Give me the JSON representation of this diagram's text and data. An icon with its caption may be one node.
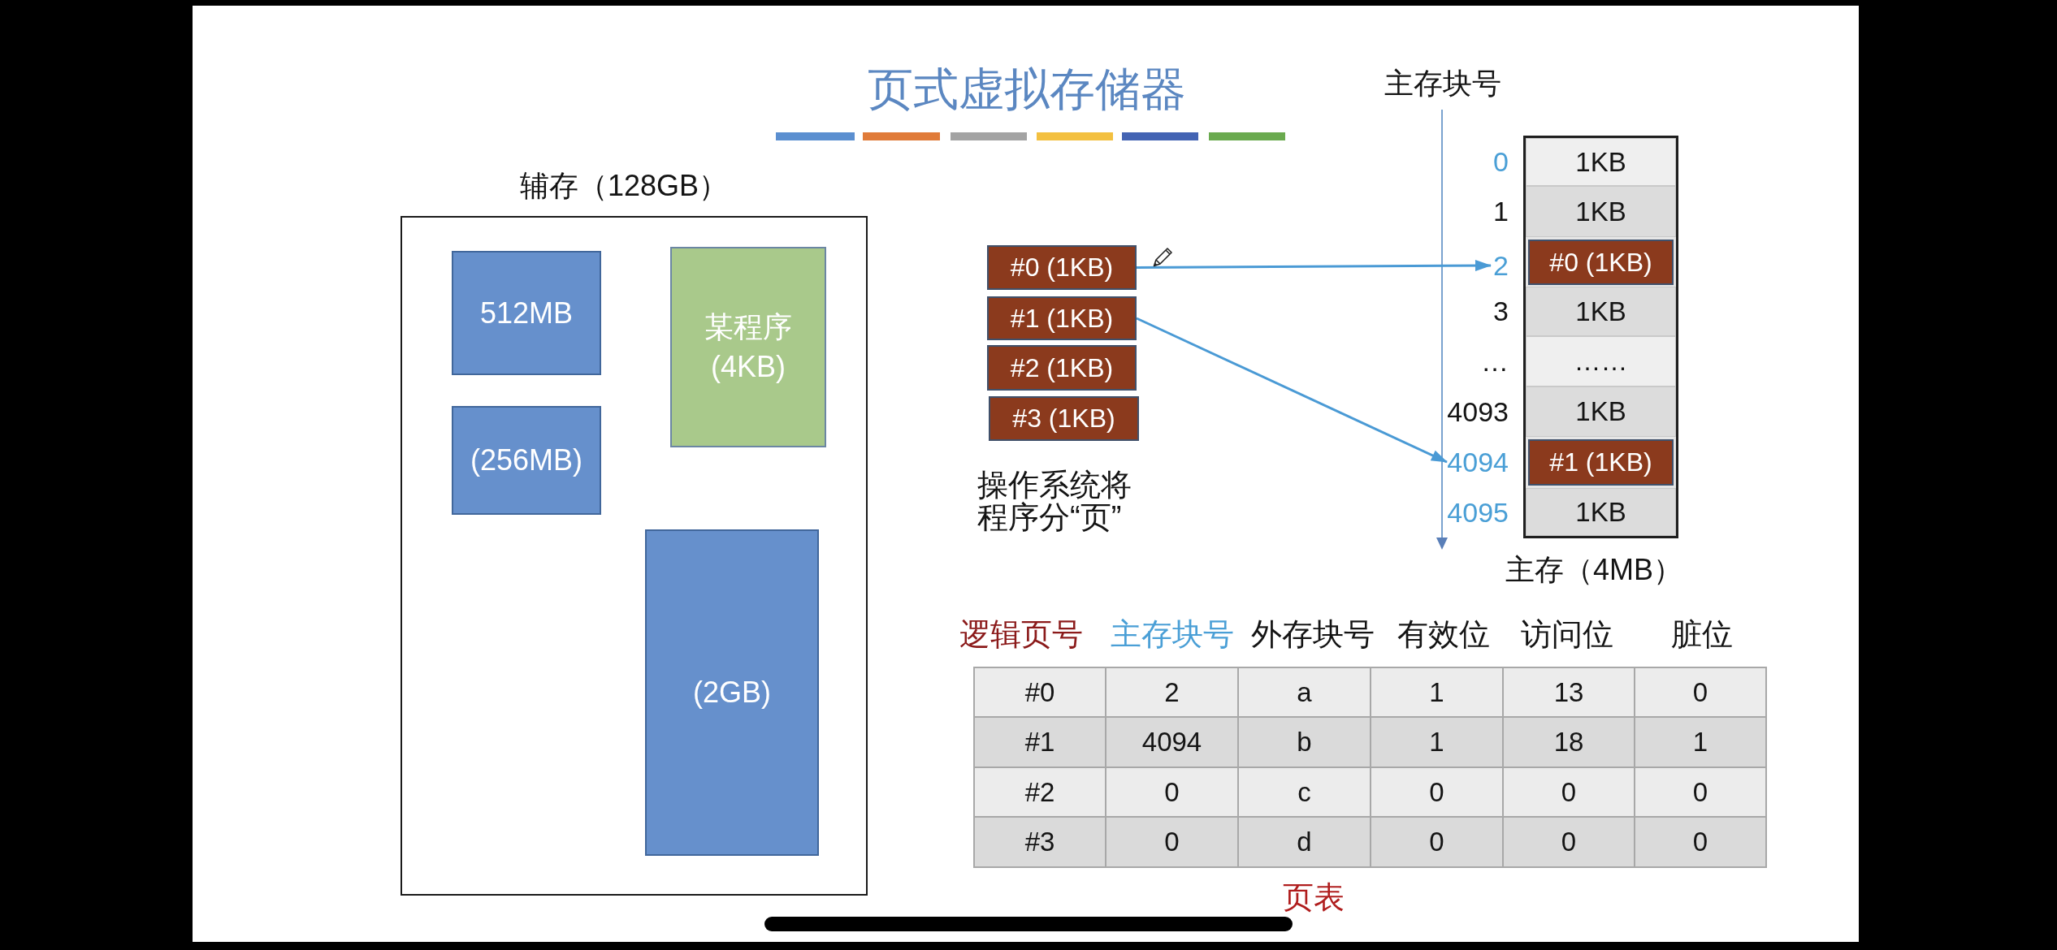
{
  "diagram": {
    "title": "页式虚拟存储器",
    "nodes": [
      {
        "text": [
          "辅存（128GB）"
        ]
      },
      {
        "text": [
          "512MB"
        ],
        "in": 0
      },
      {
        "text": [
          "某程序 (4KB)"
        ],
        "in": 0
      },
      {
        "text": [
          "(256MB)"
        ],
        "in": 0
      },
      {
        "text": [
          "(2GB)"
        ],
        "in": 0
      },
      {
        "text": [
          "#0 (1KB)"
        ]
      },
      {
        "text": [
          "#1 (1KB)"
        ]
      },
      {
        "text": [
          "#2 (1KB)"
        ]
      },
      {
        "text": [
          "#3 (1KB)"
        ]
      },
      {
        "text": [
          "主存（4MB）"
        ]
      },
      {
        "text": [
          "1KB"
        ],
        "in": 9
      },
      {
        "text": [
          "1KB"
        ],
        "in": 9
      },
      {
        "text": [
          "#0 (1KB)"
        ],
        "in": 9
      },
      {
        "text": [
          "1KB"
        ],
        "in": 9
      },
      {
        "text": [
          "……"
        ],
        "in": 9
      },
      {
        "text": [
          "1KB"
        ],
        "in": 9
      },
      {
        "text": [
          "#1 (1KB)"
        ],
        "in": 9
      },
      {
        "text": [
          "1KB"
        ],
        "in": 9
      },
      {
        "text": [
          "2"
        ]
      },
      {
        "text": [
          "4094"
        ]
      }
    ],
    "edges": [
      {
        "from": 5,
        "to": 18,
        "arrow": "to"
      },
      {
        "from": 6,
        "to": 19,
        "arrow": "to"
      }
    ],
    "labels": [
      "主存块号",
      "0",
      "1",
      "3",
      "…",
      "4093",
      "4095",
      "操作系统将程序分“页”",
      "逻辑页号",
      "主存块号",
      "外存块号",
      "有效位",
      "访问位",
      "脏位",
      "#0",
      "2",
      "a",
      "1",
      "13",
      "0",
      "#1",
      "4094",
      "b",
      "1",
      "18",
      "1",
      "#2",
      "0",
      "c",
      "0",
      "0",
      "0",
      "#3",
      "0",
      "d",
      "0",
      "0",
      "0",
      "页表"
    ]
  }
}
